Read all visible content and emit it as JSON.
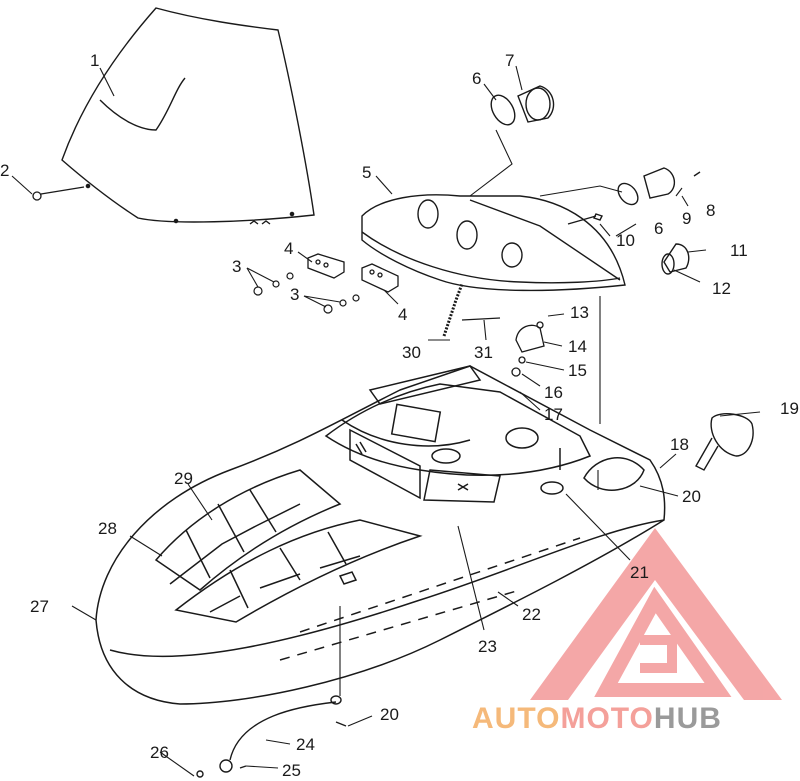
{
  "watermark": {
    "text_auto": "AUTO",
    "text_moto": "MOTO",
    "text_hub": "HUB",
    "color_auto": "#f5b97a",
    "color_moto": "#f4a09a",
    "color_hub": "#9a9a9a",
    "logo_color": "#f18a8a"
  },
  "callouts": [
    {
      "id": "1",
      "label": "1"
    },
    {
      "id": "2",
      "label": "2"
    },
    {
      "id": "3a",
      "label": "3"
    },
    {
      "id": "3b",
      "label": "3"
    },
    {
      "id": "4a",
      "label": "4"
    },
    {
      "id": "4b",
      "label": "4"
    },
    {
      "id": "5",
      "label": "5"
    },
    {
      "id": "6a",
      "label": "6"
    },
    {
      "id": "6b",
      "label": "6"
    },
    {
      "id": "7",
      "label": "7"
    },
    {
      "id": "8",
      "label": "8"
    },
    {
      "id": "9",
      "label": "9"
    },
    {
      "id": "10",
      "label": "10"
    },
    {
      "id": "11",
      "label": "11"
    },
    {
      "id": "12",
      "label": "12"
    },
    {
      "id": "13",
      "label": "13"
    },
    {
      "id": "14",
      "label": "14"
    },
    {
      "id": "15",
      "label": "15"
    },
    {
      "id": "16",
      "label": "16"
    },
    {
      "id": "17",
      "label": "17"
    },
    {
      "id": "18",
      "label": "18"
    },
    {
      "id": "19",
      "label": "19"
    },
    {
      "id": "20a",
      "label": "20"
    },
    {
      "id": "20b",
      "label": "20"
    },
    {
      "id": "21",
      "label": "21"
    },
    {
      "id": "22",
      "label": "22"
    },
    {
      "id": "23",
      "label": "23"
    },
    {
      "id": "24",
      "label": "24"
    },
    {
      "id": "25",
      "label": "25"
    },
    {
      "id": "26",
      "label": "26"
    },
    {
      "id": "27",
      "label": "27"
    },
    {
      "id": "28",
      "label": "28"
    },
    {
      "id": "29",
      "label": "29"
    },
    {
      "id": "30",
      "label": "30"
    },
    {
      "id": "31",
      "label": "31"
    }
  ]
}
